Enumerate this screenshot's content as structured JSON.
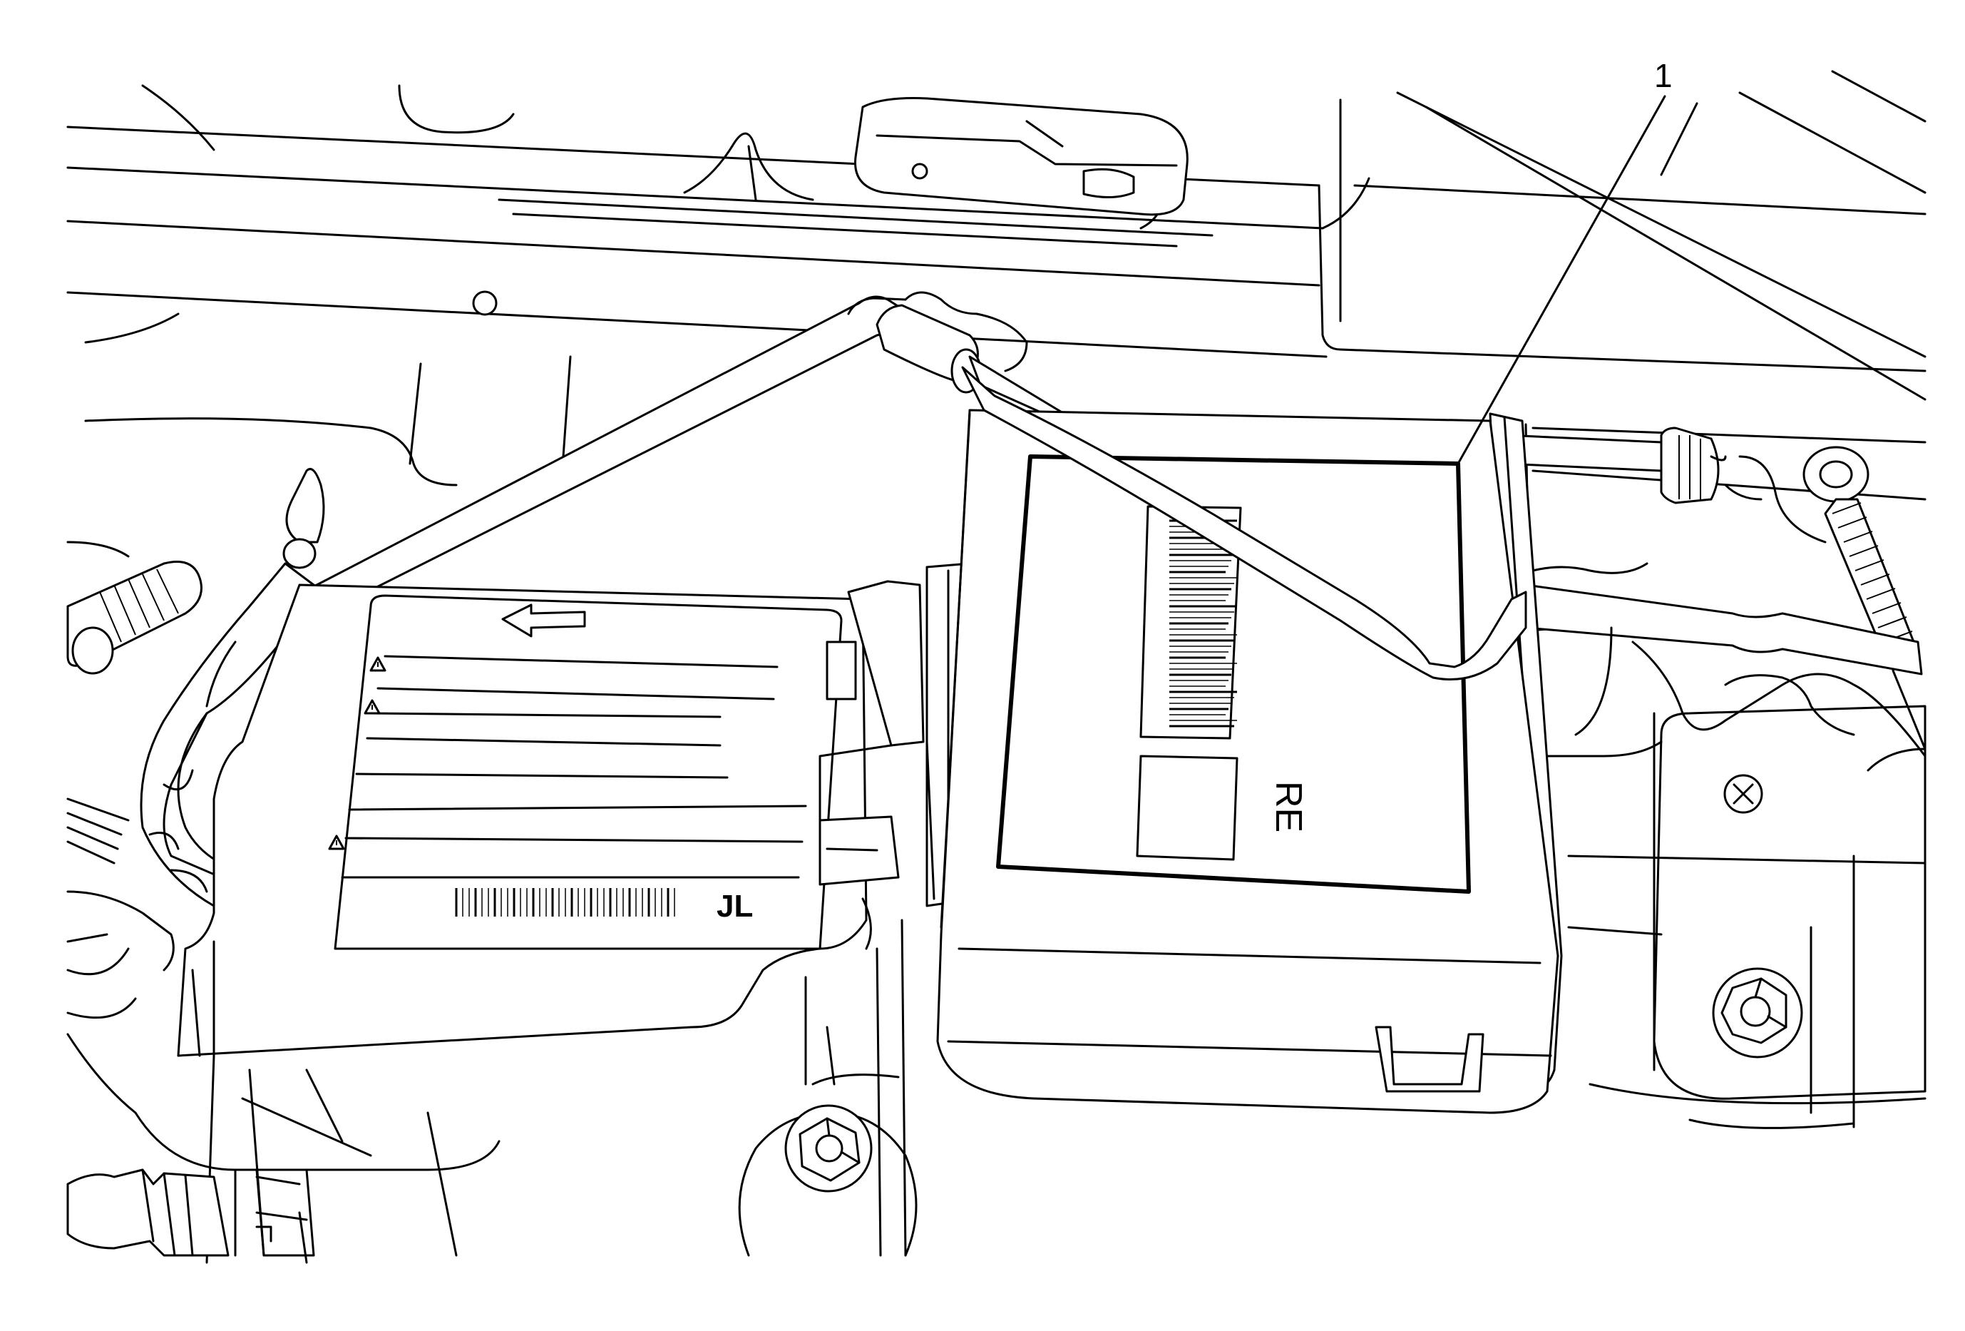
{
  "callouts": [
    {
      "id": "1",
      "text": "1"
    }
  ],
  "labels": {
    "module_left": "JL",
    "module_right": "RE"
  }
}
